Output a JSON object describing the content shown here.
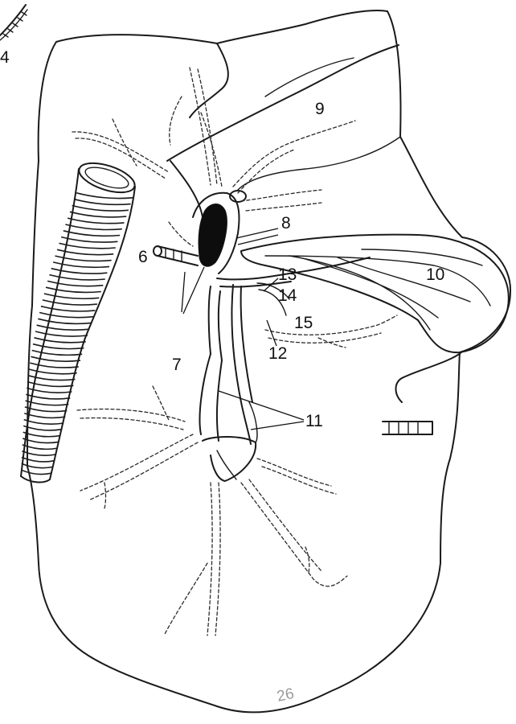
{
  "labels": {
    "l4": "4",
    "l6": "6",
    "l7": "7",
    "l8": "8",
    "l9": "9",
    "l10": "10",
    "l11": "11",
    "l12": "12",
    "l13": "13",
    "l14": "14",
    "l15": "15"
  },
  "signature": "26"
}
